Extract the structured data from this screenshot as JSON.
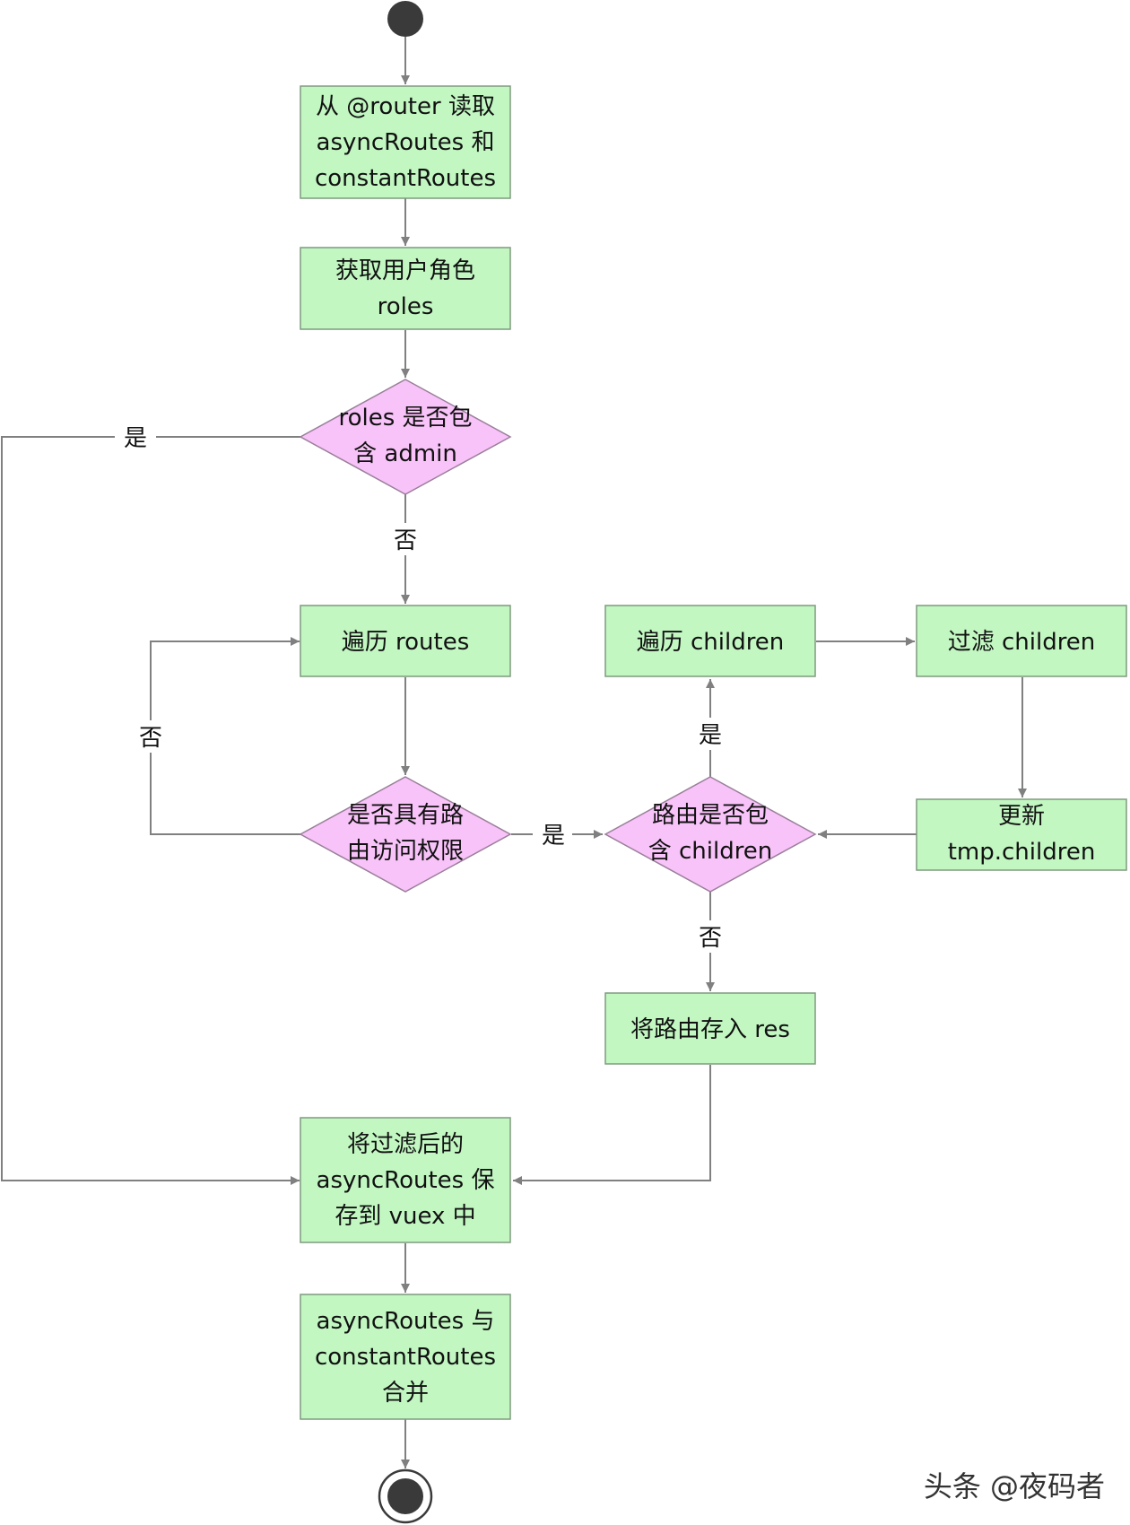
{
  "nodes": {
    "read": [
      "从 @router 读取",
      "asyncRoutes 和",
      "constantRoutes"
    ],
    "roles": [
      "获取用户角色",
      "roles"
    ],
    "is_admin": [
      "roles 是否包",
      "含 admin"
    ],
    "iter_routes": [
      "遍历 routes"
    ],
    "has_access": [
      "是否具有路",
      "由访问权限"
    ],
    "has_children": [
      "路由是否包",
      "含 children"
    ],
    "iter_children": [
      "遍历 children"
    ],
    "filter_children": [
      "过滤 children"
    ],
    "update_tmp": [
      "更新",
      "tmp.children"
    ],
    "save_res": [
      "将路由存入 res"
    ],
    "save_vuex": [
      "将过滤后的",
      "asyncRoutes 保",
      "存到 vuex 中"
    ],
    "merge": [
      "asyncRoutes  与",
      "constantRoutes",
      "合并"
    ]
  },
  "edge_labels": {
    "admin_yes": "是",
    "admin_no": "否",
    "access_no": "否",
    "access_yes": "是",
    "children_yes": "是",
    "children_no": "否"
  },
  "watermark": "头条 @夜码者"
}
